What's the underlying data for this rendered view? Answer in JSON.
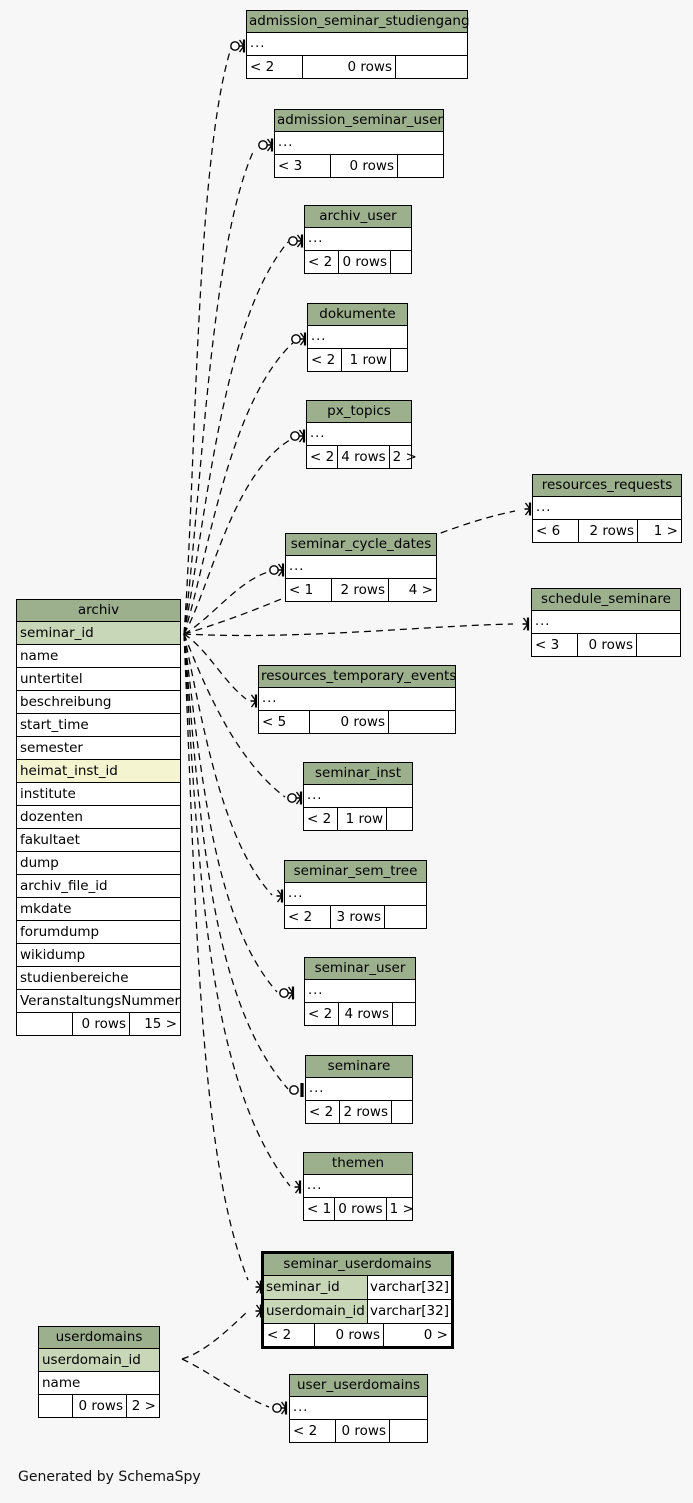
{
  "diagram": {
    "generator_note": "Generated by SchemaSpy",
    "colors": {
      "header_fill": "#9cb08d",
      "primary_key_fill": "#c8d7b8",
      "indexed_fill": "#f4f4d0",
      "table_fill": "#ffffff",
      "background": "#f7f7f7",
      "border": "#000000"
    }
  },
  "focus_table": {
    "name": "seminar_userdomains",
    "columns": [
      {
        "name": "seminar_id",
        "type": "varchar[32]",
        "key": "primary"
      },
      {
        "name": "userdomain_id",
        "type": "varchar[32]",
        "key": "primary"
      }
    ],
    "footer": {
      "parents": "< 2",
      "rows": "0 rows",
      "children": "0 >"
    }
  },
  "main_table": {
    "name": "archiv",
    "columns": [
      {
        "name": "seminar_id",
        "key": "primary"
      },
      {
        "name": "name",
        "key": "none"
      },
      {
        "name": "untertitel",
        "key": "none"
      },
      {
        "name": "beschreibung",
        "key": "none"
      },
      {
        "name": "start_time",
        "key": "none"
      },
      {
        "name": "semester",
        "key": "none"
      },
      {
        "name": "heimat_inst_id",
        "key": "indexed"
      },
      {
        "name": "institute",
        "key": "none"
      },
      {
        "name": "dozenten",
        "key": "none"
      },
      {
        "name": "fakultaet",
        "key": "none"
      },
      {
        "name": "dump",
        "key": "none"
      },
      {
        "name": "archiv_file_id",
        "key": "none"
      },
      {
        "name": "mkdate",
        "key": "none"
      },
      {
        "name": "forumdump",
        "key": "none"
      },
      {
        "name": "wikidump",
        "key": "none"
      },
      {
        "name": "studienbereiche",
        "key": "none"
      },
      {
        "name": "VeranstaltungsNummer",
        "key": "none"
      }
    ],
    "footer": {
      "parents": "",
      "rows": "0 rows",
      "children": "15 >"
    }
  },
  "second_table": {
    "name": "userdomains",
    "columns": [
      {
        "name": "userdomain_id",
        "key": "primary"
      },
      {
        "name": "name",
        "key": "none"
      }
    ],
    "footer": {
      "parents": "",
      "rows": "0 rows",
      "children": "2 >"
    }
  },
  "ellipsis": "...",
  "related_tables": [
    {
      "name": "admission_seminar_studiengang",
      "ellipsis": "...",
      "footer": {
        "parents": "< 2",
        "rows": "0 rows",
        "children": ""
      }
    },
    {
      "name": "admission_seminar_user",
      "ellipsis": "...",
      "footer": {
        "parents": "< 3",
        "rows": "0 rows",
        "children": ""
      }
    },
    {
      "name": "archiv_user",
      "ellipsis": "...",
      "footer": {
        "parents": "< 2",
        "rows": "0 rows",
        "children": ""
      }
    },
    {
      "name": "dokumente",
      "ellipsis": "...",
      "footer": {
        "parents": "< 2",
        "rows": "1 row",
        "children": ""
      }
    },
    {
      "name": "px_topics",
      "ellipsis": "...",
      "footer": {
        "parents": "< 2",
        "rows": "4 rows",
        "children": "2 >"
      }
    },
    {
      "name": "resources_requests",
      "ellipsis": "...",
      "footer": {
        "parents": "< 6",
        "rows": "2 rows",
        "children": "1 >"
      }
    },
    {
      "name": "seminar_cycle_dates",
      "ellipsis": "...",
      "footer": {
        "parents": "< 1",
        "rows": "2 rows",
        "children": "4 >"
      }
    },
    {
      "name": "schedule_seminare",
      "ellipsis": "...",
      "footer": {
        "parents": "< 3",
        "rows": "0 rows",
        "children": ""
      }
    },
    {
      "name": "resources_temporary_events",
      "ellipsis": "...",
      "footer": {
        "parents": "< 5",
        "rows": "0 rows",
        "children": ""
      }
    },
    {
      "name": "seminar_inst",
      "ellipsis": "...",
      "footer": {
        "parents": "< 2",
        "rows": "1 row",
        "children": ""
      }
    },
    {
      "name": "seminar_sem_tree",
      "ellipsis": "...",
      "footer": {
        "parents": "< 2",
        "rows": "3 rows",
        "children": ""
      }
    },
    {
      "name": "seminar_user",
      "ellipsis": "...",
      "footer": {
        "parents": "< 2",
        "rows": "4 rows",
        "children": ""
      }
    },
    {
      "name": "seminare",
      "ellipsis": "...",
      "footer": {
        "parents": "< 2",
        "rows": "2 rows",
        "children": ""
      }
    },
    {
      "name": "themen",
      "ellipsis": "...",
      "footer": {
        "parents": "< 1",
        "rows": "0 rows",
        "children": "1 >"
      }
    },
    {
      "name": "user_userdomains",
      "ellipsis": "...",
      "footer": {
        "parents": "< 2",
        "rows": "0 rows",
        "children": ""
      }
    }
  ]
}
